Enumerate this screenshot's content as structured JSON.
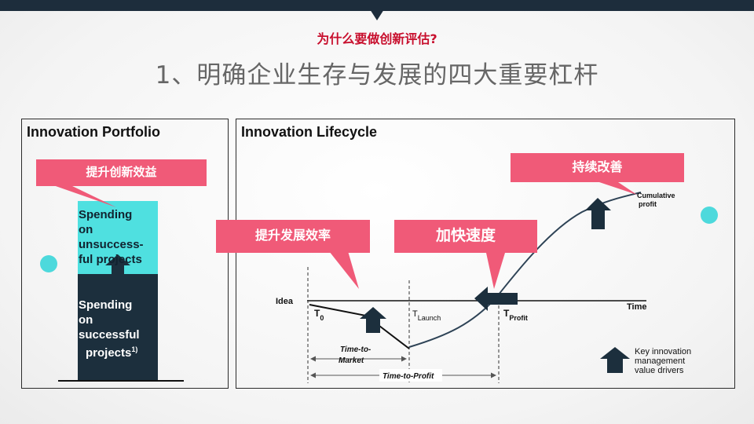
{
  "header": {
    "subtitle": "为什么要做创新评估?",
    "title": "1、明确企业生存与发展的四大重要杠杆"
  },
  "portfolio": {
    "title": "Innovation Portfolio",
    "callout": "提升创新效益",
    "unsuccessful_lines": [
      "Spending",
      "on",
      "unsuccess-",
      "ful projects"
    ],
    "successful_lines": [
      "Spending",
      "on",
      "successful"
    ],
    "successful_last": "projects",
    "footnote": "1)",
    "colors": {
      "unsuccessful": "#4fe0e0",
      "successful": "#1c2f3d"
    }
  },
  "lifecycle": {
    "title": "Innovation Lifecycle",
    "callouts": {
      "efficiency": "提升发展效率",
      "speed": "加快速度",
      "improve": "持续改善"
    },
    "labels": {
      "idea": "Idea",
      "time": "Time",
      "t0_main": "T",
      "t0_sub": "0",
      "tlaunch_main": "T",
      "tlaunch_sub": "Launch",
      "tprofit_main": "T",
      "tprofit_sub": "Profit",
      "cumulative_1": "Cumulative",
      "cumulative_2": "profit",
      "ttm_1": "Time-to-",
      "ttm_2": "Market",
      "ttp": "Time-to-Profit"
    },
    "legend": [
      "Key innovation",
      "management",
      "value drivers"
    ]
  },
  "colors": {
    "accent": "#f05a78",
    "dark": "#1d2d3c",
    "title_red": "#c8102e",
    "teal": "#4dd9dc"
  }
}
